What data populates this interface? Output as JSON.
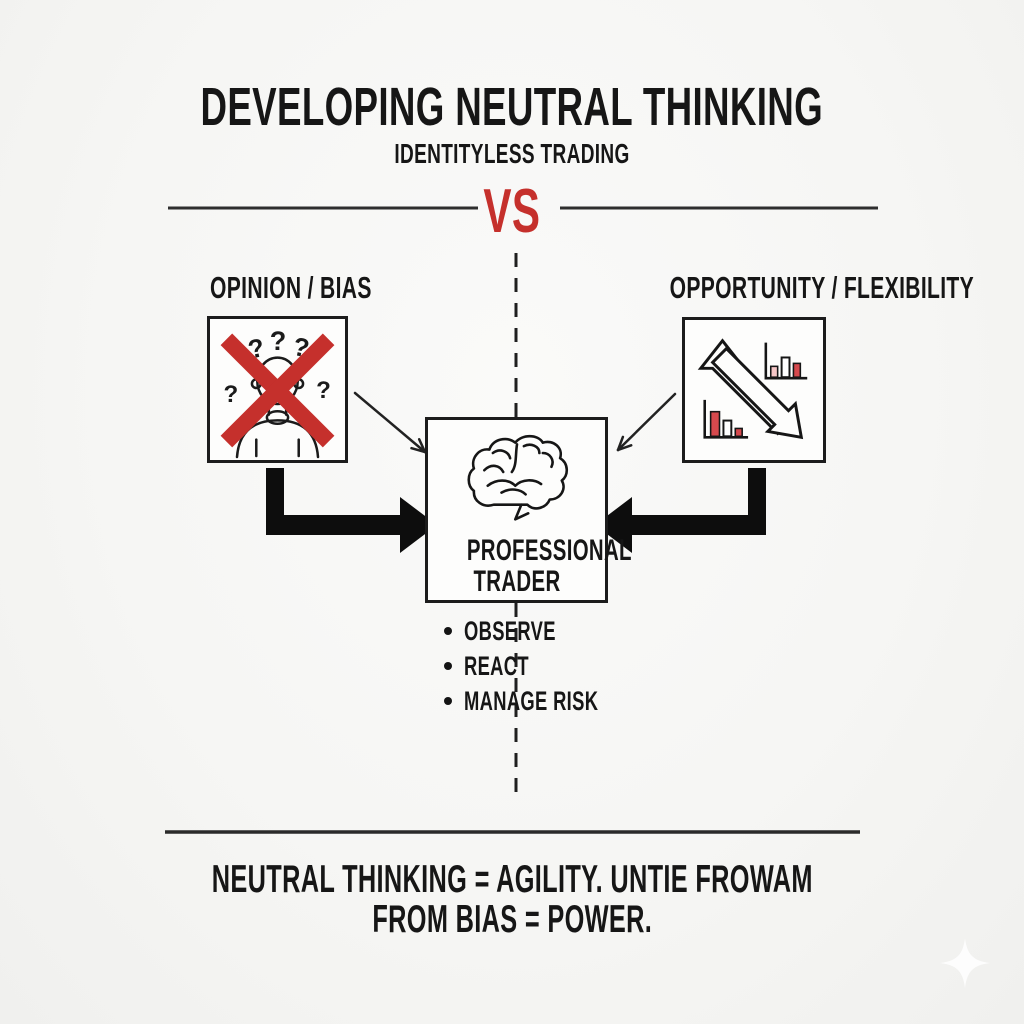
{
  "title": "DEVELOPING NEUTRAL THINKING",
  "subtitle": "IDENTITYLESS TRADING",
  "vs_label": "VS",
  "left": {
    "label": "OPINION / BIAS",
    "icon": "confused-person-crossed-out",
    "question_marks": [
      "?",
      "?",
      "?",
      "?",
      "?"
    ]
  },
  "right": {
    "label": "OPPORTUNITY / FLEXIBILITY",
    "icon": "crossed-trend-arrows-with-bar-charts"
  },
  "center": {
    "label_line1": "PROFESSIONAL",
    "label_line2": "TRADER",
    "icon": "brain",
    "bullets": [
      "OBSERVE",
      "REACT",
      "MANAGE RISK"
    ]
  },
  "footer": {
    "line1": "NEUTRAL THINKING = AGILITY. UNTIE FROWAM",
    "line2": "FROM BIAS = POWER."
  },
  "icons": {
    "watermark": "sparkle"
  },
  "colors": {
    "accent_red": "#c5302c",
    "bar_red": "#d6494d",
    "bar_pink": "#f5c6c6",
    "ink": "#161616",
    "background": "#f7f7f5"
  }
}
